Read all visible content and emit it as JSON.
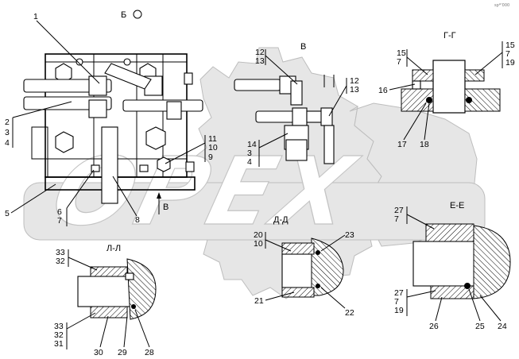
{
  "corner_mark": "sp*'000",
  "watermark": {
    "text": "OPEX"
  },
  "view_labels": {
    "b_label": "Б",
    "v_label_top": "В",
    "v_arrow_label": "В",
    "g_g": "Г-Г",
    "d_d": "Д-Д",
    "e_e": "Е-Е",
    "l_l": "Л-Л"
  },
  "callouts": {
    "n1": "1",
    "main_left": [
      "2",
      "3",
      "4"
    ],
    "main_right": [
      "11",
      "10",
      "9"
    ],
    "n5": "5",
    "n67": [
      "6",
      "7"
    ],
    "n8": "8",
    "v_top": [
      "12",
      "13"
    ],
    "v_right": [
      "12",
      "13"
    ],
    "v_bottom": [
      "14",
      "3",
      "4"
    ],
    "gg_left": [
      "15",
      "7"
    ],
    "gg_right": [
      "15",
      "7",
      "19"
    ],
    "gg_16": "16",
    "gg_17": "17",
    "gg_18": "18",
    "dd_left": [
      "20",
      "10"
    ],
    "dd_23": "23",
    "dd_21": "21",
    "dd_22": "22",
    "ee_top": [
      "27",
      "7"
    ],
    "ee_left": [
      "27",
      "7",
      "19"
    ],
    "ee_bottom": [
      "26",
      "25",
      "24"
    ],
    "ll_top": [
      "33",
      "32"
    ],
    "ll_left": [
      "33",
      "32",
      "31"
    ],
    "ll_bottom": [
      "30",
      "29",
      "28"
    ]
  }
}
